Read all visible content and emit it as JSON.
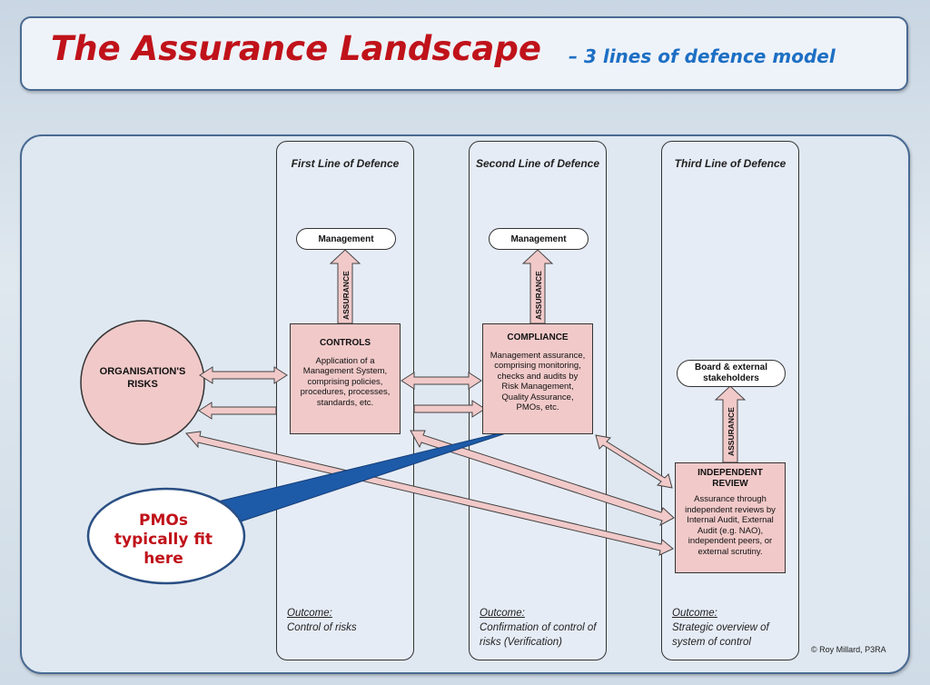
{
  "header": {
    "title": "The Assurance Landscape",
    "subtitle": "– 3 lines of defence model"
  },
  "risks": {
    "label": "ORGANISATION'S RISKS"
  },
  "columns": [
    {
      "title": "First Line of Defence",
      "management": "Management",
      "assurance": "ASSURANCE",
      "box_title": "CONTROLS",
      "box_text": "Application of a Management System, comprising policies, procedures, processes, standards, etc.",
      "outcome_label": "Outcome:",
      "outcome_text": "Control of risks"
    },
    {
      "title": "Second Line of Defence",
      "management": "Management",
      "assurance": "ASSURANCE",
      "box_title": "COMPLIANCE",
      "box_text": "Management assurance, comprising monitoring, checks and audits by Risk Management, Quality Assurance, PMOs, etc.",
      "outcome_label": "Outcome:",
      "outcome_text": "Confirmation of control of risks (Verification)"
    },
    {
      "title": "Third Line of Defence",
      "management": "Board & external stakeholders",
      "assurance": "ASSURANCE",
      "box_title": "INDEPENDENT REVIEW",
      "box_text": "Assurance through independent reviews by Internal Audit, External Audit (e.g. NAO), independent peers, or external scrutiny.",
      "outcome_label": "Outcome:",
      "outcome_text": "Strategic overview of system of control"
    }
  ],
  "callout": {
    "text": "PMOs typically fit here"
  },
  "credit": "© Roy Millard, P3RA",
  "colors": {
    "title_red": "#c0121a",
    "subtitle_blue": "#1d6fc4",
    "box_pink": "#f1c9c9",
    "frame_blue": "#4a6a92"
  }
}
